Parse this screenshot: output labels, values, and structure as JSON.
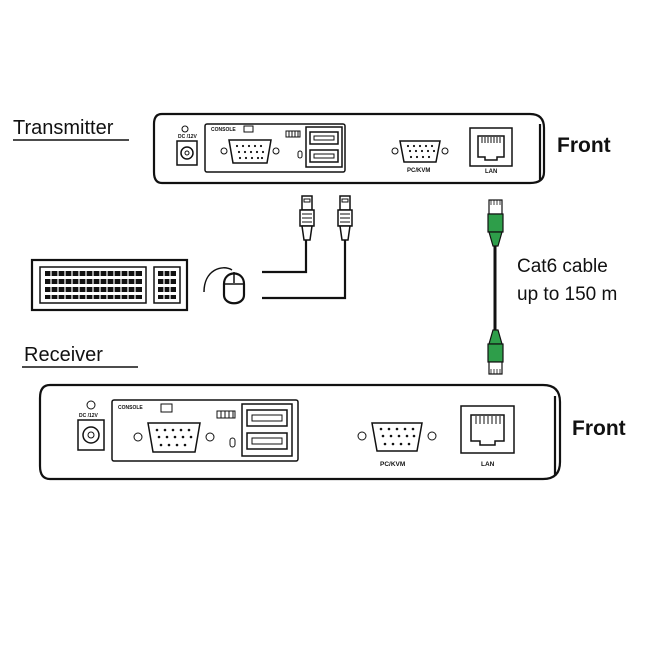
{
  "transmitter": {
    "title": "Transmitter",
    "front_label": "Front",
    "console_label": "CONSOLE",
    "dc_label": "DC /12V",
    "pckvm_label": "PC/KVM",
    "lan_label": "LAN"
  },
  "receiver": {
    "title": "Receiver",
    "front_label": "Front",
    "console_label": "CONSOLE",
    "dc_label": "DC /12V",
    "pckvm_label": "PC/KVM",
    "lan_label": "LAN"
  },
  "cable": {
    "line1": "Cat6 cable",
    "line2": "up to 150 m",
    "connector_color": "#2e9e4a"
  },
  "peripherals": {
    "keyboard_icon": "keyboard-icon",
    "mouse_icon": "mouse-icon",
    "usb_icon": "usb-plug-icon"
  }
}
